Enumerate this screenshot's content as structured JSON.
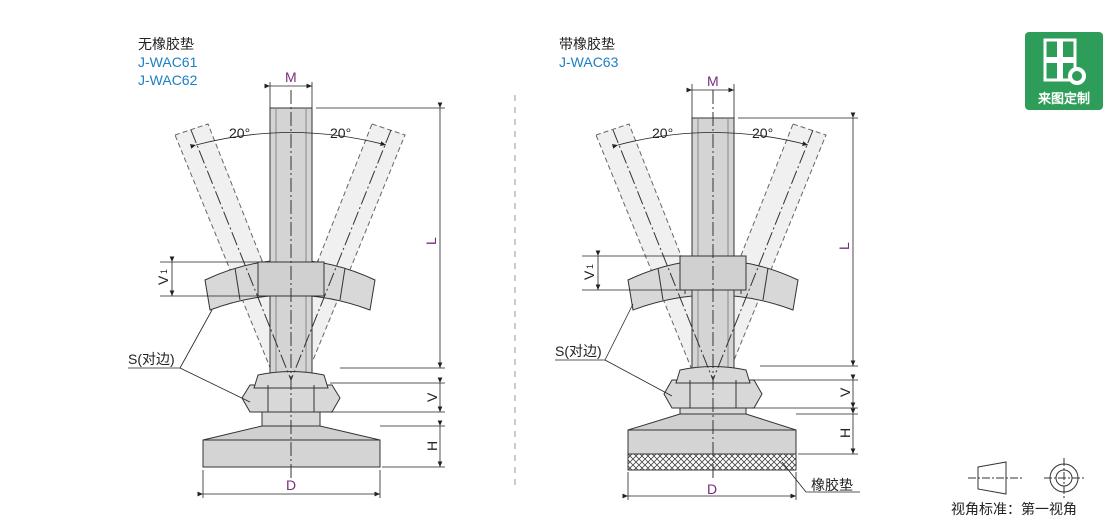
{
  "left": {
    "title": "无橡胶垫",
    "codes": [
      "J-WAC61",
      "J-WAC62"
    ]
  },
  "right": {
    "title": "带橡胶垫",
    "codes": [
      "J-WAC63"
    ]
  },
  "dims": {
    "M": "M",
    "L": "L",
    "V1": "V",
    "V1_sub": "1",
    "V": "V",
    "H": "H",
    "D": "D",
    "angle": "20°",
    "S": "S(对边)"
  },
  "rubber_label": "橡胶垫",
  "badge_label": "来图定制",
  "view_label": "视角标准：第一视角",
  "colors": {
    "badge": "#2e9d5a",
    "code": "#1b7fc4",
    "dim_letter": "#7a2b7e"
  }
}
